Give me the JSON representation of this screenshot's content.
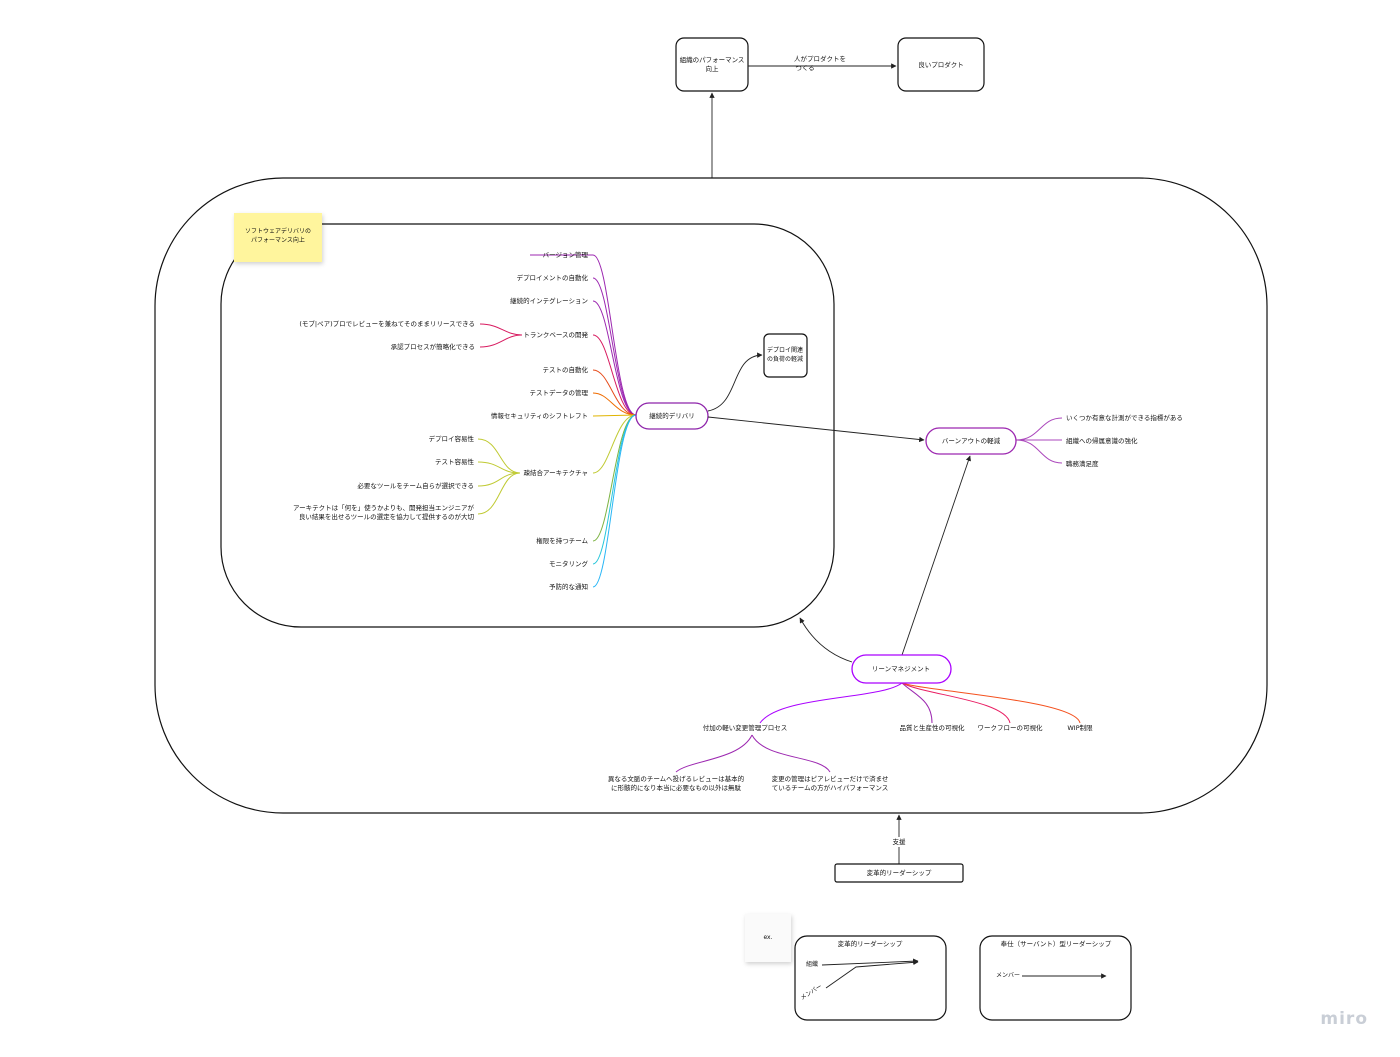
{
  "top_flow": {
    "org_performance": [
      "組織のパフォーマンス",
      "向上"
    ],
    "people_make_product_label": [
      "人がプロダクトを",
      "つくる"
    ],
    "good_product": "良いプロダクト"
  },
  "sticky_note": [
    "ソフトウェアデリバリの",
    "パフォーマンス向上"
  ],
  "continuous_delivery": {
    "center": "継続的デリバリ",
    "deploy_pain": [
      "デプロイ関連",
      "の負荷の軽減"
    ],
    "branches": [
      "バージョン管理",
      "デプロイメントの自動化",
      "継続的インテグレーション",
      "トランクベースの開発",
      "テストの自動化",
      "テストデータの管理",
      "情報セキュリティのシフトレフト",
      "疎結合アーキテクチャ",
      "権限を持つチーム",
      "モニタリング",
      "予防的な通知"
    ],
    "trunk_children": [
      "(モブ|ペア)プロでレビューを兼ねてそのままリリースできる",
      "承認プロセスが簡略化できる"
    ],
    "loose_coupling_children": [
      "デプロイ容易性",
      "テスト容易性",
      "必要なツールをチーム自らが選択できる",
      "アーキテクトは「何を」使うかよりも、開発担当エンジニアが|良い結果を出せるツールの選定を協力して提供するのが大切"
    ]
  },
  "burnout": {
    "center": "バーンアウトの軽減",
    "children": [
      "いくつか有意な計測ができる指標がある",
      "組織への帰属意識の強化",
      "職務満足度"
    ]
  },
  "lean_management": {
    "center": "リーンマネジメント",
    "children": [
      "付加の軽い変更管理プロセス",
      "品質と生産性の可視化",
      "ワークフローの可視化",
      "WIP制限"
    ],
    "change_mgmt_children": [
      "異なる文脈のチームへ投げるレビューは基本的|に形骸的になり本当に必要なもの以外は無駄",
      "変更の管理はピアレビューだけで済ませ|ているチームの方がハイパフォーマンス"
    ]
  },
  "support_label": "支援",
  "transformational_leadership": "変革的リーダーシップ",
  "examples": {
    "ex_note": "ex.",
    "transformational": {
      "title": "変革的リーダーシップ",
      "org": "組織",
      "member": "メンバー"
    },
    "servant": {
      "title": "奉仕（サーバント）型リーダーシップ",
      "member": "メンバー"
    }
  },
  "watermark": "miro",
  "colors": {
    "sticky": "#fff59d",
    "cd_pill": "#8e24aa",
    "burnout_pill": "#9c27b0",
    "lean_pill": "#aa00ff",
    "branch_purple": "#9c27b0",
    "branch_magenta": "#d81b60",
    "branch_orange": "#ef6c00",
    "branch_yellow": "#e0b400",
    "branch_lime": "#c0ca33",
    "branch_green": "#7cb342",
    "branch_teal": "#26c6da",
    "branch_blue": "#29b6f6",
    "lean_red": "#e53935",
    "lean_orange": "#f4511e",
    "burnout_branch": "#ab47bc"
  }
}
